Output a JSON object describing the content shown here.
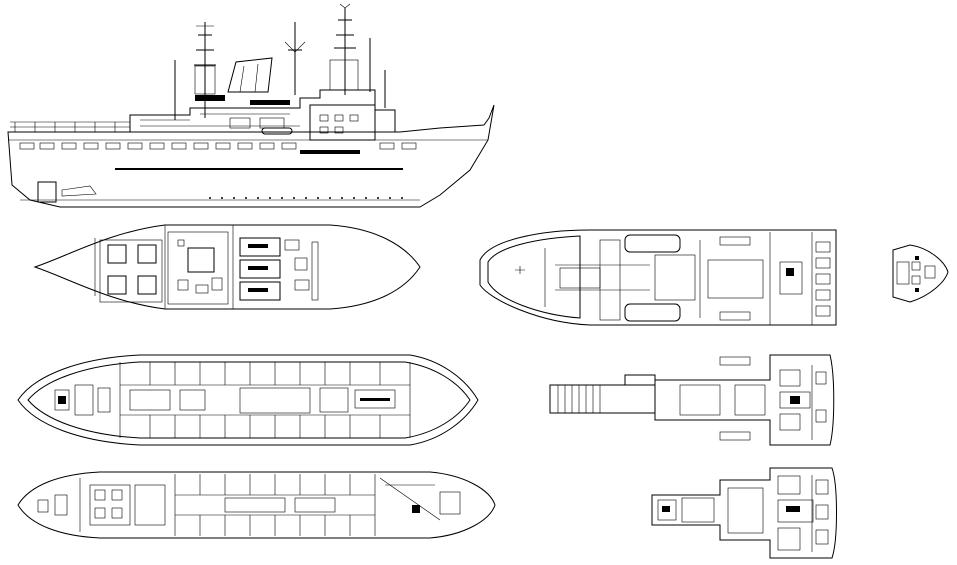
{
  "drawing": {
    "views": [
      {
        "id": "profile",
        "kind": "side-elevation"
      },
      {
        "id": "deck-a",
        "kind": "plan-view"
      },
      {
        "id": "deck-b",
        "kind": "plan-view"
      },
      {
        "id": "deck-c",
        "kind": "plan-view"
      },
      {
        "id": "forecastle-deck",
        "kind": "plan-view"
      },
      {
        "id": "bridge-deck",
        "kind": "plan-view"
      },
      {
        "id": "upper-bridge-deck",
        "kind": "plan-view"
      },
      {
        "id": "bow-detail",
        "kind": "plan-view"
      }
    ],
    "colors": {
      "line": "#000000",
      "background": "#ffffff"
    }
  }
}
